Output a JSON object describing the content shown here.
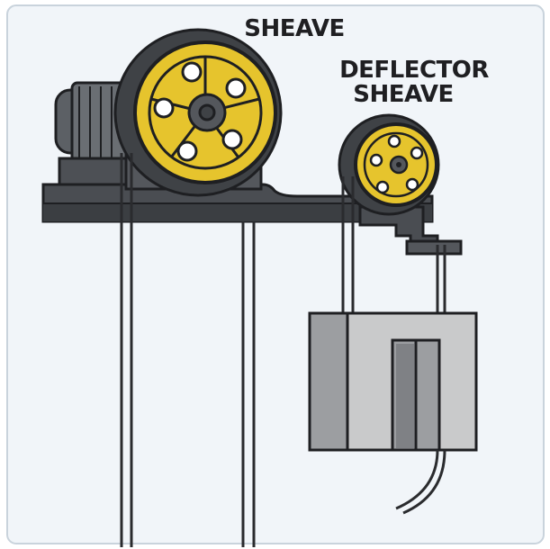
{
  "labels": {
    "sheave": "SHEAVE",
    "deflector_line1": "DEFLECTOR",
    "deflector_line2": "SHEAVE"
  },
  "colors": {
    "frame_bg": "#f1f5f9",
    "frame_border": "#c9d3dc",
    "steel_dark": "#3f4246",
    "steel_mid": "#5c6065",
    "steel_light": "#7a7e83",
    "sheave_yellow": "#e6c42d",
    "outline": "#1e1f22",
    "rope": "#2a2b2e",
    "car_light": "#c9cacb",
    "car_mid": "#9c9ea1",
    "car_dark": "#7f8185"
  }
}
